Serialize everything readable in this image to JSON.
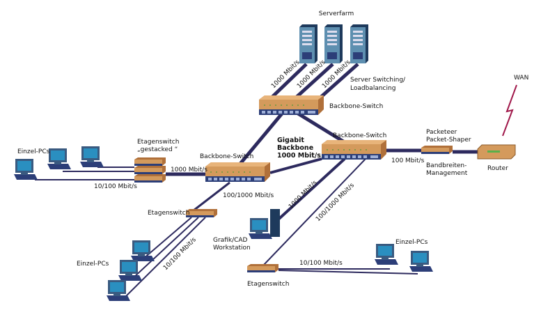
{
  "colors": {
    "link": "#2d2a5e",
    "device": "#d49a5c",
    "device_base": "#2c3e78",
    "screen": "#2a8fc0",
    "wan": "#a0184a"
  },
  "labels": {
    "serverfarm": "Serverfarm",
    "server_switching_1": "Server Switching/",
    "server_switching_2": "Loadbalancing",
    "backbone_top": "Backbone-Switch",
    "backbone_left": "Backbone-Switch",
    "backbone_right": "Backbone-Switch",
    "gigabit_1": "Gigabit",
    "gigabit_2": "Backbone",
    "gigabit_3": "1000 Mbit/s",
    "stack_1": "Etagenswitch",
    "stack_2": "„gestacked “",
    "pcs_top_left": "Einzel-PCs",
    "pcs_bottom_left": "Einzel-PCs",
    "pcs_bottom_right": "Einzel-PCs",
    "etagen_mid": "Etagenswitch",
    "etagen_bottom": "Etagenswitch",
    "shaper_1": "Packeteer",
    "shaper_2": "Packet-Shaper",
    "bw_1": "Bandbreiten-",
    "bw_2": "Management",
    "router": "Router",
    "wan": "WAN",
    "workstation_1": "Grafik/CAD",
    "workstation_2": "Workstation"
  },
  "speeds": {
    "server1": "1000 Mbit/s",
    "server2": "1000 Mbit/s",
    "server3": "1000 Mbit/s",
    "stack_uplink": "1000 Mbit/s",
    "stack_pcs": "10/100 Mbit/s",
    "left_down": "100/1000 Mbit/s",
    "to_shaper": "100 Mbit/s",
    "workstation": "1000 Mbit/s",
    "etagen_bottom_uplink": "100/1000 Mbit/s",
    "etagen_mid_pcs": "10/100 Mbit/s",
    "etagen_bottom_pcs": "10/100 Mbit/s"
  }
}
